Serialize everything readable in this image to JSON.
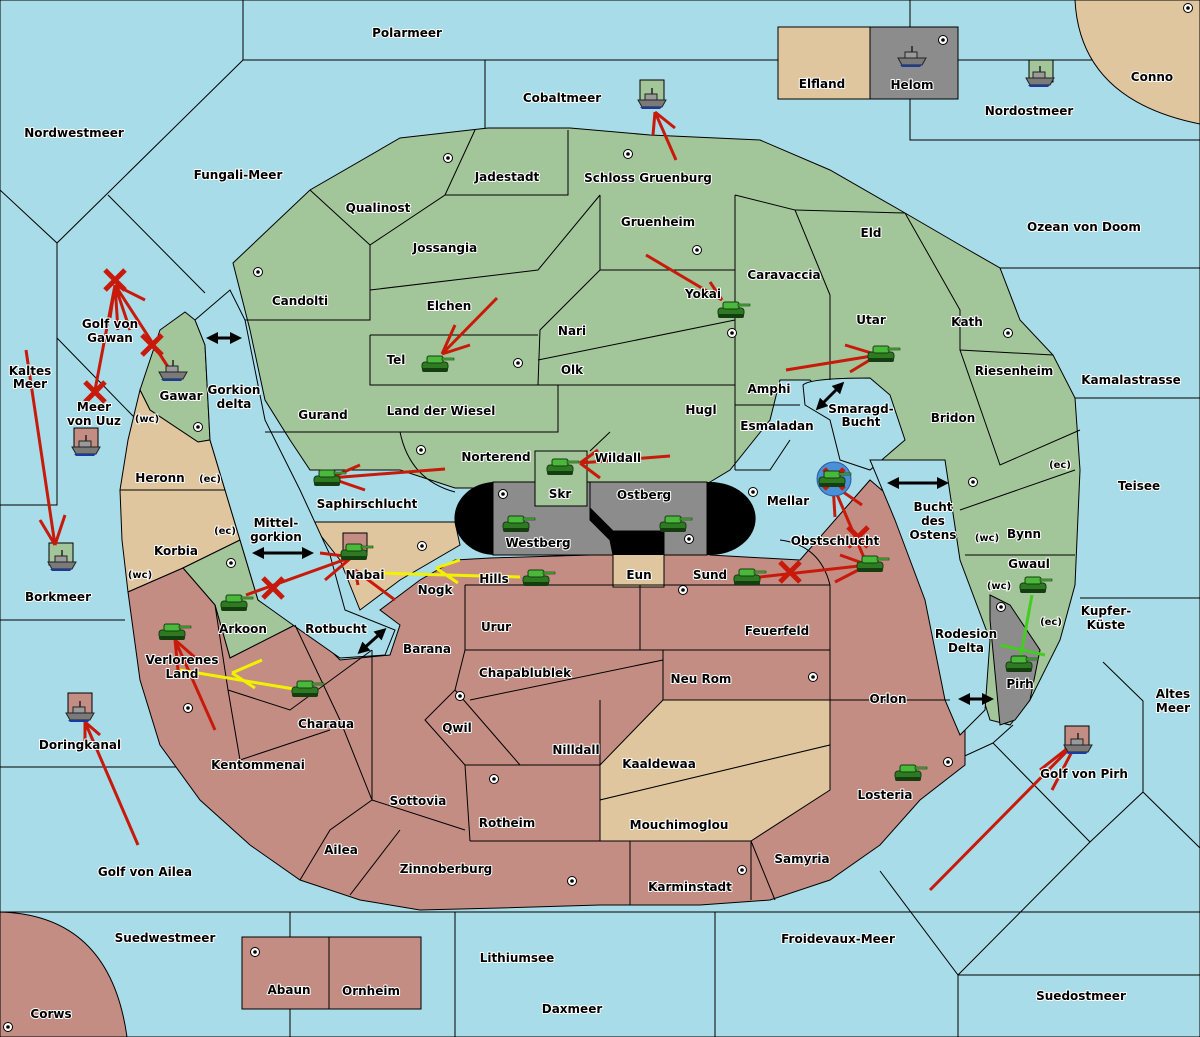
{
  "title": "Diplomacy map",
  "colors": {
    "sea": "#a8dce8",
    "power_green": "#a3c59a",
    "power_pink": "#c38d84",
    "neutral_tan": "#e0c69e",
    "power_gray": "#8c8c8c",
    "move_order": "#c81a0a",
    "support_order": "#f2f200",
    "convoy_order": "#44cc22"
  },
  "icons": {
    "army": "tank-icon",
    "fleet": "ship-icon",
    "supply_center": "supply-center-icon",
    "failed_order": "x-mark-icon",
    "dislodged": "dislodged-circle-icon",
    "crossing": "double-arrow-icon"
  },
  "seas": [
    "Polarmeer",
    "Cobaltmeer",
    "Nordwestmeer",
    "Fungali-Meer",
    "Golf von Gawan",
    "Kaltes Meer",
    "Meer von Uuz",
    "Gorkion delta",
    "Borkmeer",
    "Mittel-gorkion",
    "Rotbucht",
    "Doringkanal",
    "Golf von Ailea",
    "Suedwestmeer",
    "Lithiumsee",
    "Daxmeer",
    "Froidevaux-Meer",
    "Suedostmeer",
    "Golf von Pirh",
    "Altes Meer",
    "Kupfer-Küste",
    "Rodesion Delta",
    "Bucht des Ostens",
    "Smaragd-Bucht",
    "Teisee",
    "Kamalastrasse",
    "Ozean von Doom",
    "Nordostmeer"
  ],
  "provinces": {
    "green": [
      "Jadestadt",
      "Schloss Gruenburg",
      "Qualinost",
      "Candolti",
      "Jossangia",
      "Gruenheim",
      "Eld",
      "Caravaccia",
      "Elchen",
      "Yokai",
      "Nari",
      "Tel",
      "Olk",
      "Utar",
      "Kath",
      "Gurand",
      "Land der Wiesel",
      "Hugl",
      "Amphi",
      "Riesenheim",
      "Esmaladan",
      "Bridon",
      "Norterend",
      "Wildall",
      "Skr",
      "Mellar",
      "Saphirschlucht",
      "Bynn",
      "Gwaul",
      "Gawar",
      "Arkoon"
    ],
    "pink": [
      "Obstschlucht",
      "Nabai",
      "Hills",
      "Sund",
      "Urur",
      "Feuerfeld",
      "Barana",
      "Chapablublek",
      "Neu Rom",
      "Orlon",
      "Verlorenes Land",
      "Charaua",
      "Qwil",
      "Nilldall",
      "Kentommenai",
      "Sottovia",
      "Rotheim",
      "Losteria",
      "Ailea",
      "Zinnoberburg",
      "Samyria",
      "Karminstadt",
      "Abaun",
      "Ornheim",
      "Corws",
      "Nogk"
    ],
    "neutral": [
      "Heronn",
      "Korbia",
      "Eun",
      "Kaaldewaa",
      "Mouchimoglou",
      "Elfland",
      "Conno"
    ],
    "gray": [
      "Westberg",
      "Ostberg",
      "Helom",
      "Pirh"
    ]
  },
  "coast_labels": {
    "wc": "(wc)",
    "ec": "(ec)"
  },
  "labels": {
    "polarmeer": "Polarmeer",
    "cobaltmeer": "Cobaltmeer",
    "nordwestmeer": "Nordwestmeer",
    "fungali": "Fungali-Meer",
    "golfgawan1": "Golf von",
    "golfgawan2": "Gawan",
    "kaltes1": "Kaltes",
    "kaltes2": "Meer",
    "uuz1": "Meer",
    "uuz2": "von Uuz",
    "gorkion1": "Gorkion",
    "gorkion2": "delta",
    "borkmeer": "Borkmeer",
    "mittel1": "Mittel-",
    "mittel2": "gorkion",
    "rotbucht": "Rotbucht",
    "doringkanal": "Doringkanal",
    "golfailea": "Golf von Ailea",
    "suedwestmeer": "Suedwestmeer",
    "lithiumsee": "Lithiumsee",
    "daxmeer": "Daxmeer",
    "froidevaux": "Froidevaux-Meer",
    "suedostmeer": "Suedostmeer",
    "golfpirh": "Golf von Pirh",
    "altes1": "Altes",
    "altes2": "Meer",
    "kupfer1": "Kupfer-",
    "kupfer2": "Küste",
    "rodesion1": "Rodesion",
    "rodesion2": "Delta",
    "bucht1": "Bucht",
    "bucht2": "des",
    "bucht3": "Ostens",
    "smaragd1": "Smaragd-",
    "smaragd2": "Bucht",
    "teisee": "Teisee",
    "kamala": "Kamalastrasse",
    "ozean": "Ozean von Doom",
    "nordostmeer": "Nordostmeer",
    "conno": "Conno",
    "elfland": "Elfland",
    "helom": "Helom",
    "jadestadt": "Jadestadt",
    "schloss": "Schloss Gruenburg",
    "qualinost": "Qualinost",
    "candolti": "Candolti",
    "jossangia": "Jossangia",
    "gruenheim": "Gruenheim",
    "eld": "Eld",
    "caravaccia": "Caravaccia",
    "elchen": "Elchen",
    "yokai": "Yokai",
    "nari": "Nari",
    "tel": "Tel",
    "olk": "Olk",
    "utar": "Utar",
    "kath": "Kath",
    "gurand": "Gurand",
    "landwiesel": "Land der Wiesel",
    "hugl": "Hugl",
    "amphi": "Amphi",
    "riesenheim": "Riesenheim",
    "esmaladan": "Esmaladan",
    "bridon": "Bridon",
    "norterend": "Norterend",
    "wildall": "Wildall",
    "skr": "Skr",
    "mellar": "Mellar",
    "saphir": "Saphirschlucht",
    "bynn": "Bynn",
    "gwaul": "Gwaul",
    "gawar": "Gawar",
    "arkoon": "Arkoon",
    "heronn": "Heronn",
    "korbia": "Korbia",
    "westberg": "Westberg",
    "ostberg": "Ostberg",
    "eun": "Eun",
    "obst": "Obstschlucht",
    "nabai": "Nabai",
    "hills": "Hills",
    "nogk": "Nogk",
    "sund": "Sund",
    "urur": "Urur",
    "feuerfeld": "Feuerfeld",
    "barana": "Barana",
    "chapa": "Chapablublek",
    "neurom": "Neu Rom",
    "orlon": "Orlon",
    "verl1": "Verlorenes",
    "verl2": "Land",
    "charaua": "Charaua",
    "qwil": "Qwil",
    "nilldall": "Nilldall",
    "kentommenai": "Kentommenai",
    "sottovia": "Sottovia",
    "rotheim": "Rotheim",
    "losteria": "Losteria",
    "kaaldewaa": "Kaaldewaa",
    "mouchi": "Mouchimoglou",
    "ailea": "Ailea",
    "zinnober": "Zinnoberburg",
    "samyria": "Samyria",
    "karminstadt": "Karminstadt",
    "abaun": "Abaun",
    "ornheim": "Ornheim",
    "corws": "Corws",
    "pirh": "Pirh"
  },
  "units": [
    {
      "type": "fleet",
      "province": "Cobaltmeer",
      "owner": "green"
    },
    {
      "type": "fleet",
      "province": "Helom",
      "owner": "gray"
    },
    {
      "type": "fleet",
      "province": "Nordostmeer",
      "owner": "green"
    },
    {
      "type": "fleet",
      "province": "Gawar",
      "owner": "green"
    },
    {
      "type": "fleet",
      "province": "Meer von Uuz",
      "owner": "pink"
    },
    {
      "type": "fleet",
      "province": "Borkmeer",
      "owner": "green"
    },
    {
      "type": "fleet",
      "province": "Doringkanal",
      "owner": "pink"
    },
    {
      "type": "fleet",
      "province": "Golf von Pirh",
      "owner": "pink"
    },
    {
      "type": "army",
      "province": "Yokai",
      "owner": "green"
    },
    {
      "type": "army",
      "province": "Tel",
      "owner": "green"
    },
    {
      "type": "army",
      "province": "Utar",
      "owner": "green"
    },
    {
      "type": "army",
      "province": "Saphirschlucht",
      "owner": "green"
    },
    {
      "type": "army",
      "province": "Skr",
      "owner": "green"
    },
    {
      "type": "army",
      "province": "Westberg",
      "owner": "gray"
    },
    {
      "type": "army",
      "province": "Ostberg",
      "owner": "gray"
    },
    {
      "type": "army",
      "province": "Mellar",
      "owner": "green",
      "dislodged": true
    },
    {
      "type": "army",
      "province": "Nabai",
      "owner": "pink"
    },
    {
      "type": "army",
      "province": "Hills",
      "owner": "pink"
    },
    {
      "type": "army",
      "province": "Sund",
      "owner": "pink"
    },
    {
      "type": "army",
      "province": "Obstschlucht",
      "owner": "pink"
    },
    {
      "type": "army",
      "province": "Arkoon",
      "owner": "green"
    },
    {
      "type": "army",
      "province": "Verlorenes Land",
      "owner": "pink"
    },
    {
      "type": "army",
      "province": "Charaua",
      "owner": "pink"
    },
    {
      "type": "army",
      "province": "Losteria",
      "owner": "pink"
    },
    {
      "type": "army",
      "province": "Gwaul",
      "owner": "green"
    },
    {
      "type": "army",
      "province": "Pirh",
      "owner": "gray"
    }
  ]
}
